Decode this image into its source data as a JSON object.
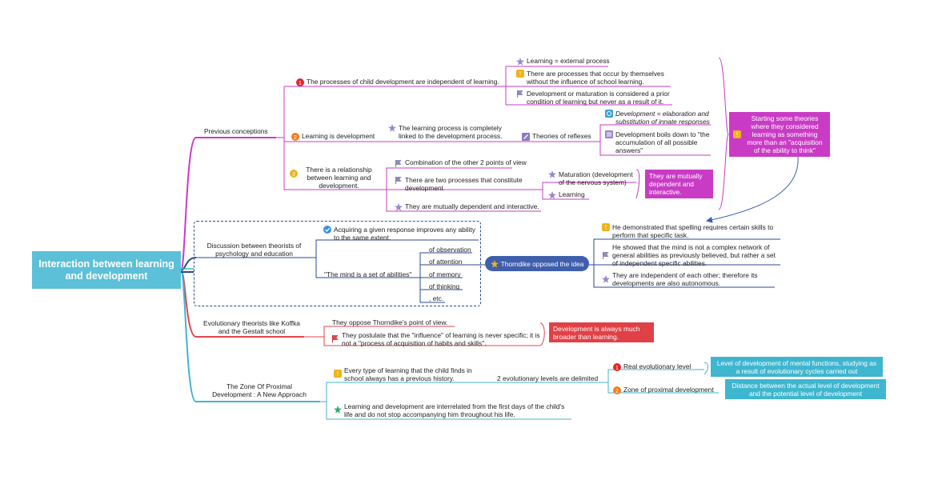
{
  "colors": {
    "magenta": "#c93bc5",
    "blue": "#2b4a8e",
    "red": "#e0474d",
    "teal": "#3fb6cf",
    "callout_magenta": "#c93bc5",
    "callout_purple": "#b64fd2",
    "callout_red": "#e04146",
    "callout_teal": "#3fb6cf"
  },
  "root": {
    "label": "Interaction between learning and development"
  },
  "previous": {
    "label": "Previous conceptions",
    "b1": {
      "label": "The processes of child development are independent of learning.",
      "c1": "Learning = external process",
      "c2": "There are processes that occur by themselves without the influence of school learning.",
      "c3": "Development or maturation is considered a prior condition of learning but never as a result of it."
    },
    "b2": {
      "label": "Learning is development",
      "c1": "The learning process is completely linked to the development process.",
      "c2": "Theories of reflexes",
      "c3": "Development = elaboration and substitution of innate responses",
      "c4": "Development boils down to \"the accumulation of all possible answers\""
    },
    "b3": {
      "label": "There is a relationship between learning and development.",
      "c1": "Combination of the other 2 points of view",
      "c2": "There are two processes that constitute development",
      "c2a": "Maturation (development of the nervous system)",
      "c2b": "Learning",
      "c3": "They are mutually dependent and interactive.",
      "callout": "They are mutually dependent and interactive."
    },
    "callout": "Starting some theories where they considered learning as something more than an \"acquisition of the ability to think\""
  },
  "discussion": {
    "label": "Discussion between theorists of psychology and education",
    "a1": "Acquiring a given response improves any ability to the same extent.",
    "a2": "\"The mind is a set of abilities\"",
    "abilities": [
      "of observation",
      "of attention",
      "of memory",
      "of thinking",
      ", etc."
    ],
    "thorndike": "Thorndike opposed the idea",
    "t1": "He demonstrated that spelling requires certain skills to perform that specific task.",
    "t2": "He showed that the mind is not a complex network of general abilities as previously believed, but rather a set of independent specific abilities.",
    "t3": "They are independent of each other; therefore its developments are also autonomous."
  },
  "evolutionary": {
    "label": "Evolutionary theorists like Koffka and the Gestalt school",
    "e1": "They oppose Thorndike's point of view.",
    "e2": "They postulate that the \"influence\" of learning is never specific; it is not a \"process of acquisition of habits and skills\".",
    "callout": "Development is always much broader than learning."
  },
  "zone": {
    "label": "The Zone Of Proximal Development : A New Approach",
    "z1": "Every type of learning that the child finds in school always has a previous history.",
    "z2": "2 evolutionary levels are delimited",
    "l1": "Real evolutionary level",
    "l2": "Zone of proximal development",
    "l1_callout": "Level of development of mental functions, studying as a result of evolutionary cycles carried out",
    "l2_callout": "Distance between the actual level of development and the potential level of development",
    "z3": "Learning and development are interrelated from the first days of the child's life and do not stop accompanying him throughout his life."
  },
  "markers": {
    "one": "1",
    "two": "2",
    "three": "3",
    "exclaim": "!"
  }
}
